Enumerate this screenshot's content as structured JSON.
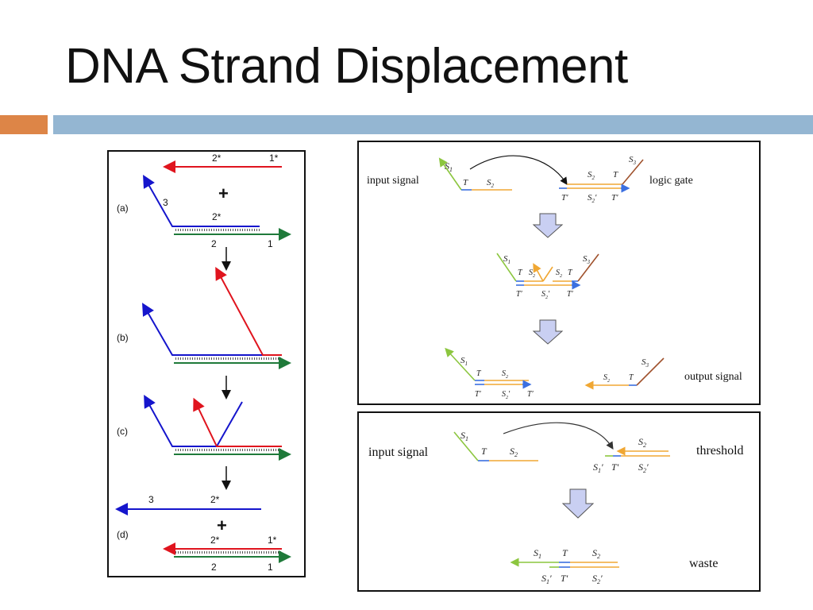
{
  "slide": {
    "title": "DNA Strand Displacement",
    "accent_color": "#dd8547",
    "bar_color": "#94b6d2"
  },
  "left_figure": {
    "labels": {
      "a": "(a)",
      "b": "(b)",
      "c": "(c)",
      "d": "(d)",
      "two_star": "2*",
      "one_star": "1*",
      "two": "2",
      "one": "1",
      "three": "3",
      "plus": "+"
    },
    "colors": {
      "invader": "#e0141e",
      "toehold_gate": "#1515cc",
      "bottom": "#1f7a3a"
    }
  },
  "top_right_figure": {
    "input_signal": "input signal",
    "logic_gate": "logic gate",
    "output_signal": "output signal",
    "s1": "S",
    "s1_sub": "1",
    "s2": "S",
    "s2_sub": "2",
    "s3": "S",
    "s3_sub": "3",
    "t": "T",
    "t_prime": "T′",
    "s2_prime": "S",
    "s2_prime_sub": "2",
    "prime": "′",
    "down_arrow_icon": "down-arrow-icon"
  },
  "bottom_right_figure": {
    "input_signal": "input signal",
    "threshold": "threshold",
    "waste": "waste",
    "s1": "S",
    "s1_sub": "1",
    "s2": "S",
    "s2_sub": "2",
    "t": "T",
    "t_prime": "T′",
    "prime": "′",
    "down_arrow_icon": "down-arrow-icon"
  }
}
